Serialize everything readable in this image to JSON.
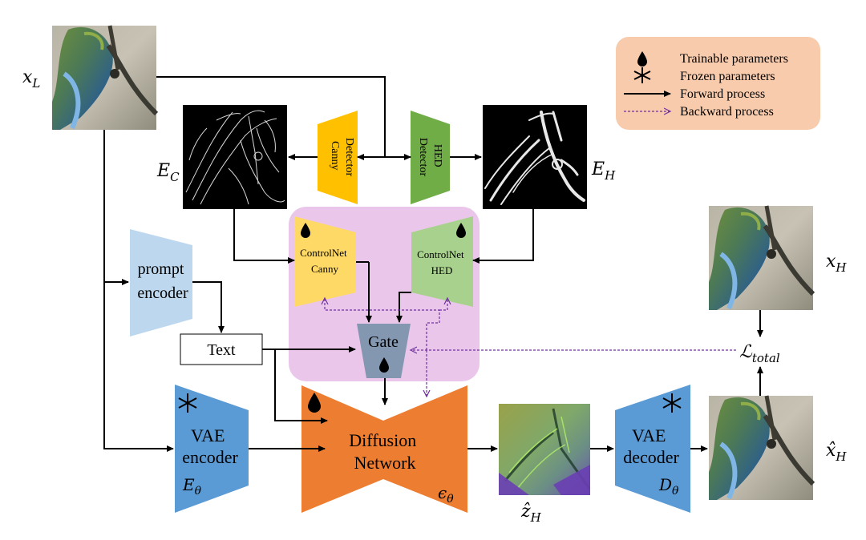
{
  "legend": {
    "trainable": "Trainable parameters",
    "frozen": "Frozen parameters",
    "forward": "Forward process",
    "backward": "Backward process"
  },
  "math_labels": {
    "x_L": "x",
    "x_L_sub": "L",
    "E_C": "E",
    "E_C_sub": "C",
    "E_H": "E",
    "E_H_sub": "H",
    "x_H": "x",
    "x_H_sub": "H",
    "L_total": "ℒ",
    "L_total_sub": "total",
    "xhat_H": "x̂",
    "xhat_H_sub": "H",
    "zhat_H": "ẑ",
    "zhat_H_sub": "H",
    "E_theta": "E",
    "E_theta_sub": "θ",
    "eps_theta": "ϵ",
    "eps_theta_sub": "θ",
    "D_theta": "D",
    "D_theta_sub": "θ"
  },
  "blocks": {
    "canny_detector": [
      "Canny",
      "Detector"
    ],
    "hed_detector": [
      "HED",
      "Detector"
    ],
    "controlnet_canny": [
      "ControlNet",
      "Canny"
    ],
    "controlnet_hed": [
      "ControlNet",
      "HED"
    ],
    "prompt_encoder": [
      "prompt",
      "encoder"
    ],
    "text": "Text",
    "gate": "Gate",
    "diffusion": [
      "Diffusion",
      "Network"
    ],
    "vae_encoder": [
      "VAE",
      "encoder"
    ],
    "vae_decoder": [
      "VAE",
      "decoder"
    ]
  },
  "colors": {
    "canny": "#FFC000",
    "hed": "#70AD47",
    "controlnet_canny": "#FFD966",
    "controlnet_hed": "#A9D18E",
    "prompt_encoder": "#BDD7EE",
    "vae": "#5B9BD5",
    "diffusion": "#ED7D31",
    "gate": "#8497B0",
    "controlnet_region": "#EAC7EA",
    "legend_bg": "#F8CBAD",
    "backward": "#7030A0"
  }
}
